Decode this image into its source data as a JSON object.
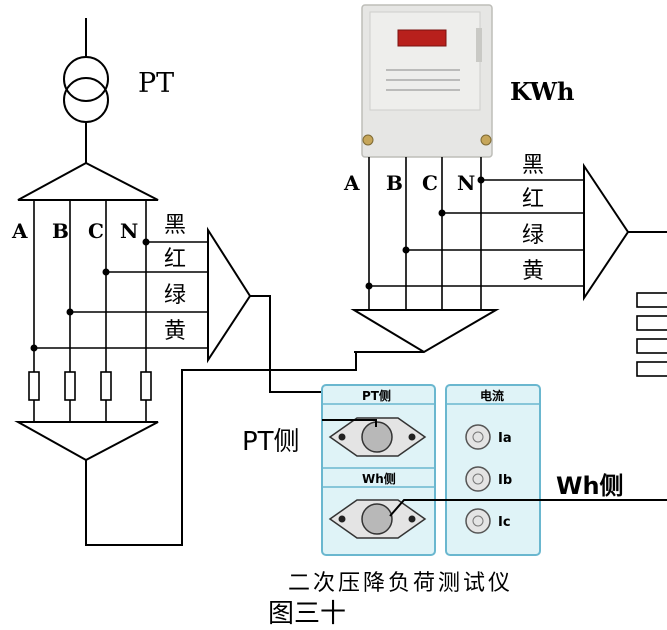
{
  "pt_label": "PT",
  "kwh_label": "KWh",
  "left_phases": [
    "A",
    "B",
    "C",
    "N"
  ],
  "right_phases": [
    "A",
    "B",
    "C",
    "N"
  ],
  "left_colors": [
    "黑",
    "红",
    "绿",
    "黄"
  ],
  "right_colors": [
    "黑",
    "红",
    "绿",
    "黄"
  ],
  "pt_side_label": "PT侧",
  "wh_side_label": "Wh侧",
  "panel": {
    "pt_header": "PT侧",
    "wh_header": "Wh侧",
    "current_header": "电流",
    "current_ports": [
      "Ia",
      "Ib",
      "Ic"
    ]
  },
  "device_title": "二次压降负荷测试仪",
  "figure_caption": "图三十",
  "colors": {
    "panel_bg": "#dff3f7",
    "panel_border": "#6ab7cf",
    "line": "#000000",
    "meter_body": "#e6e6e4",
    "meter_display": "#b8201c"
  }
}
